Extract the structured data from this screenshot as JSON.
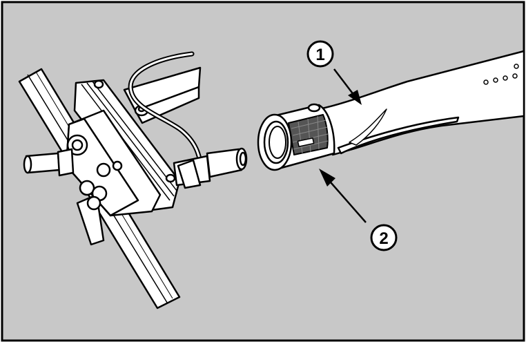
{
  "figure": {
    "background_color": "#c8c8c8",
    "frame_color": "#000000",
    "line_color": "#000000",
    "part_color": "#ffffff",
    "mesh_color": "#555555"
  },
  "callouts": [
    {
      "label": "1",
      "target": "burner-tube-body"
    },
    {
      "label": "2",
      "target": "venturi-inlet-end"
    }
  ]
}
